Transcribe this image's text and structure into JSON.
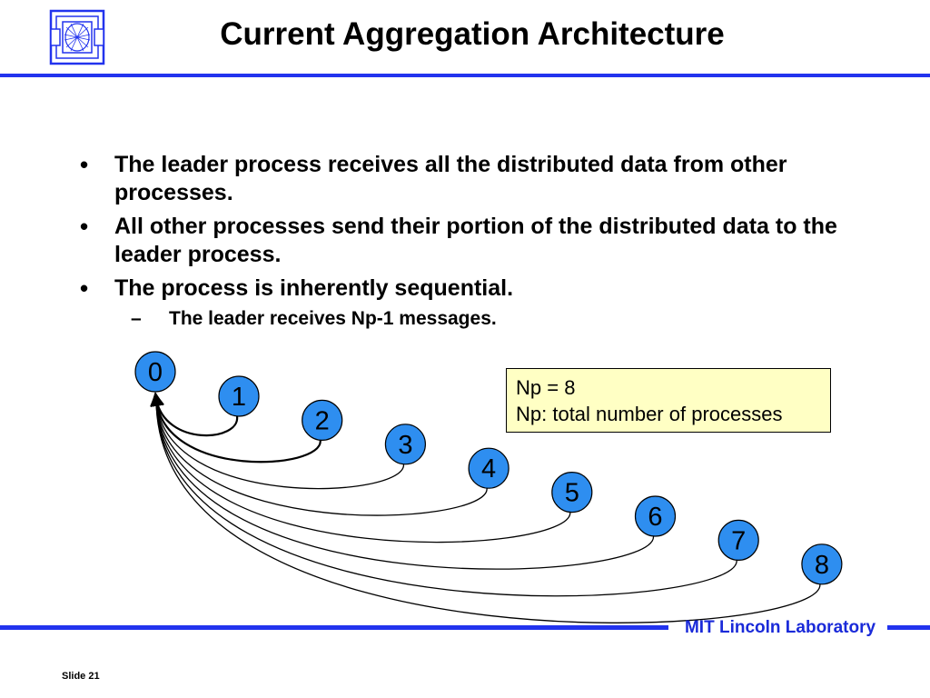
{
  "slide": {
    "title": "Current Aggregation Architecture",
    "bullets": [
      {
        "text": "The leader process receives all the distributed data from other processes."
      },
      {
        "text": "All other processes send their portion of the distributed data to the leader process."
      },
      {
        "text": "The process is inherently sequential."
      }
    ],
    "sub_bullet": {
      "text": "The leader receives Np-1 messages."
    },
    "bullet_glyph": "•",
    "dash_glyph": "–"
  },
  "diagram": {
    "leader": "0",
    "processes": [
      "1",
      "2",
      "3",
      "4",
      "5",
      "6",
      "7",
      "8"
    ],
    "node_color": "#2e8ef0",
    "info": {
      "line1": "Np = 8",
      "line2": "Np: total number of processes"
    }
  },
  "footer": {
    "organization": "MIT Lincoln Laboratory",
    "slide_number": "Slide 21"
  },
  "colors": {
    "accent": "#2233ee",
    "org_text": "#1a2ad9",
    "info_box": "#ffffc4"
  }
}
